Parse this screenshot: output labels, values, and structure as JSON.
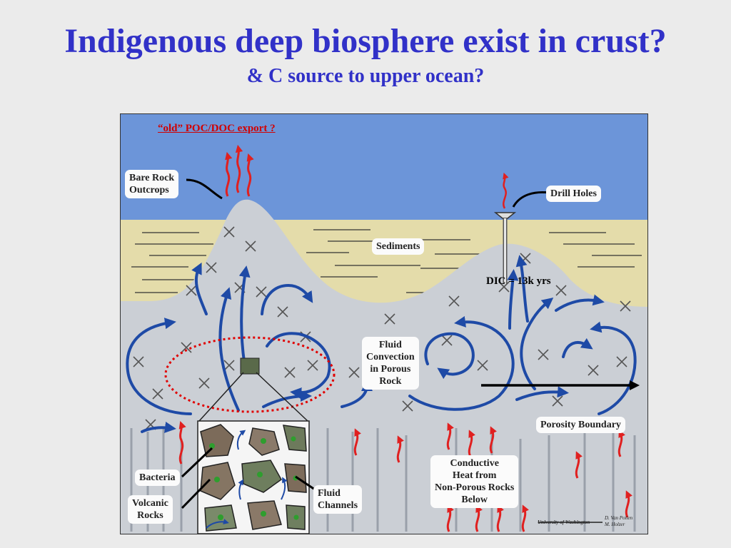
{
  "slide": {
    "title": "Indigenous deep biosphere exist in crust?",
    "subtitle": "& C source to upper ocean?"
  },
  "diagram": {
    "export_note": "“old”  POC/DOC export ?",
    "dic_note": "DIC = 13k yrs",
    "labels": {
      "bare_rock": [
        "Bare Rock",
        "Outcrops"
      ],
      "drill_holes": "Drill Holes",
      "sediments": "Sediments",
      "fluid_convection": [
        "Fluid",
        "Convection",
        "in Porous",
        "Rock"
      ],
      "porosity_boundary": "Porosity Boundary",
      "conductive_heat": [
        "Conductive",
        "Heat from",
        "Non-Porous Rocks",
        "Below"
      ],
      "bacteria": "Bacteria",
      "volcanic_rocks": [
        "Volcanic",
        "Rocks"
      ],
      "fluid_channels": [
        "Fluid",
        "Channels"
      ]
    },
    "credit": {
      "institution": "University of Washington",
      "authors": [
        "D. Van Pollen",
        "M. Holzer"
      ]
    },
    "colors": {
      "ocean": "#6c95d9",
      "sediment": "#e4dcaa",
      "crust": "#cbcfd5",
      "arrow": "#1e4aa6",
      "heat": "#e02020",
      "highlight": "#e00000"
    }
  }
}
